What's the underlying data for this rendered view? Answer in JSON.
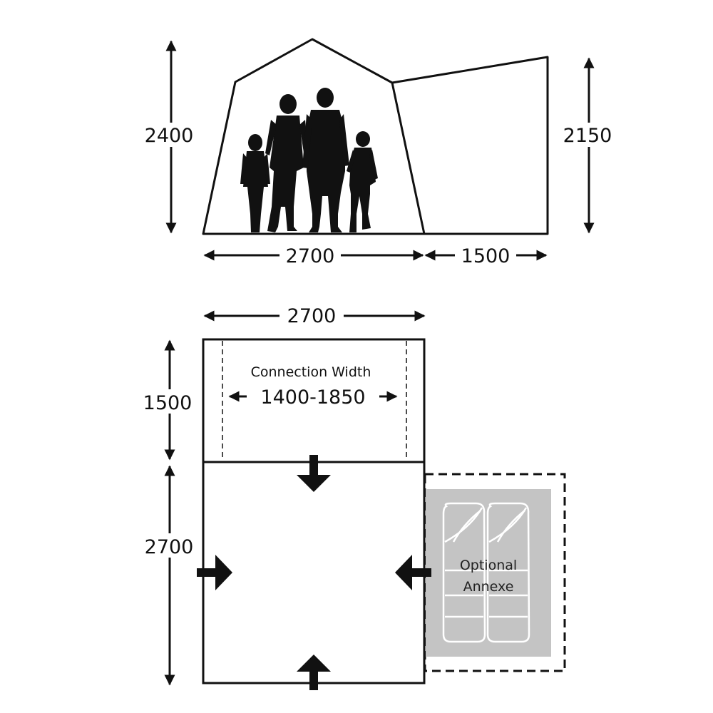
{
  "side_view": {
    "height_main": "2400",
    "height_annex": "2150",
    "width_main": "2700",
    "width_annex": "1500"
  },
  "floor_plan": {
    "width": "2700",
    "depth_canopy": "1500",
    "depth_main": "2700",
    "connection_label": "Connection Width",
    "connection_range": "1400-1850",
    "annexe_line1": "Optional",
    "annexe_line2": "Annexe"
  },
  "colors": {
    "line": "#111111",
    "annexe_fill": "#c4c4c4"
  }
}
